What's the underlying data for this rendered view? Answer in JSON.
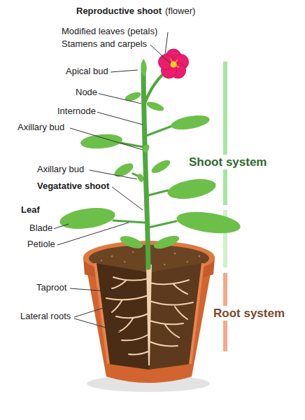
{
  "diagram": {
    "labels": [
      "Reproductive shoot",
      "(flower)",
      "Modified leaves (petals)",
      "Stamens and carpels",
      "Apical bud",
      "Node",
      "Internode",
      "Axillary bud",
      "Shoot system",
      "Axillary bud",
      "Vegatative shoot",
      "Leaf",
      "Blade",
      "Petiole",
      "Taproot",
      "Root system",
      "Lateral roots"
    ]
  }
}
